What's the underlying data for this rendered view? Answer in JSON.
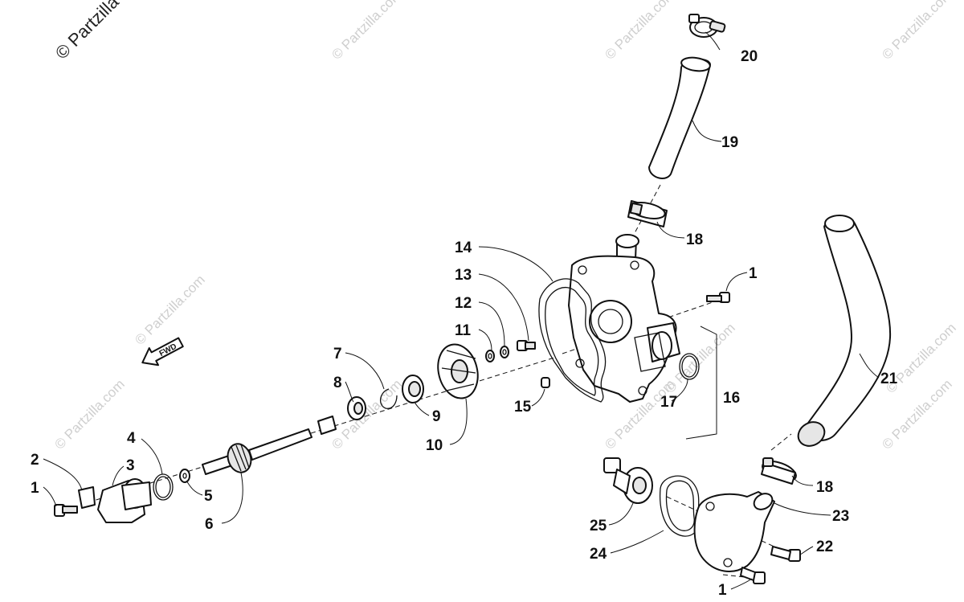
{
  "watermark": {
    "main": "© Partzilla",
    "tile": "© Partzilla.com"
  },
  "direction_arrow": {
    "label": "FWD",
    "icon": "forward-arrow-icon"
  },
  "callouts": [
    {
      "id": "c20",
      "label": "20"
    },
    {
      "id": "c19",
      "label": "19"
    },
    {
      "id": "c18a",
      "label": "18"
    },
    {
      "id": "c14",
      "label": "14"
    },
    {
      "id": "c13",
      "label": "13"
    },
    {
      "id": "c12",
      "label": "12"
    },
    {
      "id": "c11",
      "label": "11"
    },
    {
      "id": "c1a",
      "label": "1"
    },
    {
      "id": "c7",
      "label": "7"
    },
    {
      "id": "c8",
      "label": "8"
    },
    {
      "id": "c9",
      "label": "9"
    },
    {
      "id": "c10",
      "label": "10"
    },
    {
      "id": "c15",
      "label": "15"
    },
    {
      "id": "c17",
      "label": "17"
    },
    {
      "id": "c16",
      "label": "16"
    },
    {
      "id": "c21",
      "label": "21"
    },
    {
      "id": "c4",
      "label": "4"
    },
    {
      "id": "c2",
      "label": "2"
    },
    {
      "id": "c3",
      "label": "3"
    },
    {
      "id": "c1b",
      "label": "1"
    },
    {
      "id": "c5",
      "label": "5"
    },
    {
      "id": "c6",
      "label": "6"
    },
    {
      "id": "c18b",
      "label": "18"
    },
    {
      "id": "c25",
      "label": "25"
    },
    {
      "id": "c23",
      "label": "23"
    },
    {
      "id": "c22",
      "label": "22"
    },
    {
      "id": "c24",
      "label": "24"
    },
    {
      "id": "c1c",
      "label": "1"
    }
  ]
}
